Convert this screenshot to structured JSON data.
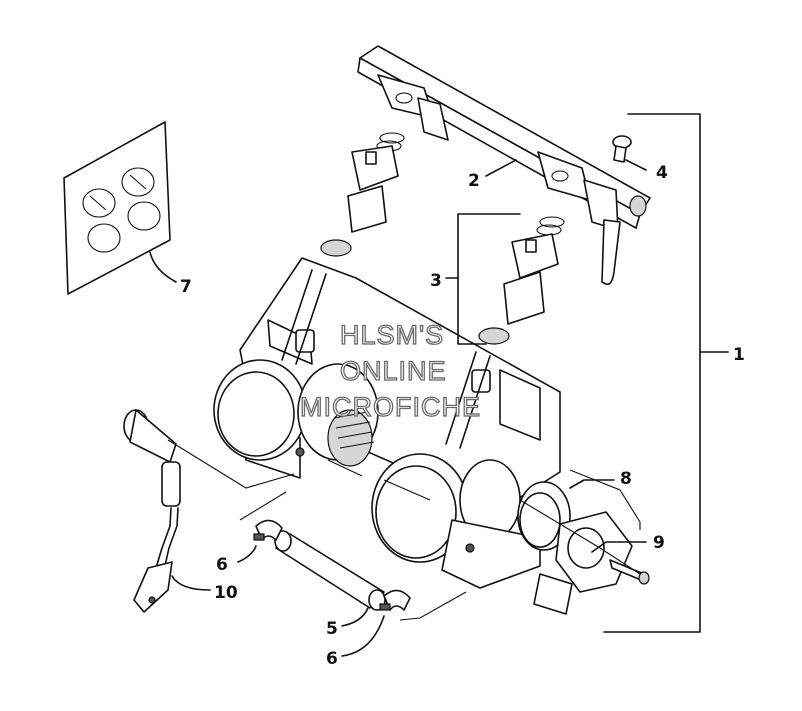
{
  "callouts": {
    "c1": "1",
    "c2": "2",
    "c3": "3",
    "c4": "4",
    "c5": "5",
    "c6a": "6",
    "c6b": "6",
    "c7": "7",
    "c8": "8",
    "c9": "9",
    "c10": "10"
  },
  "watermark": {
    "line1": "HLSM'S",
    "line2": "ONLINE",
    "line3": "MICROFICHE"
  }
}
